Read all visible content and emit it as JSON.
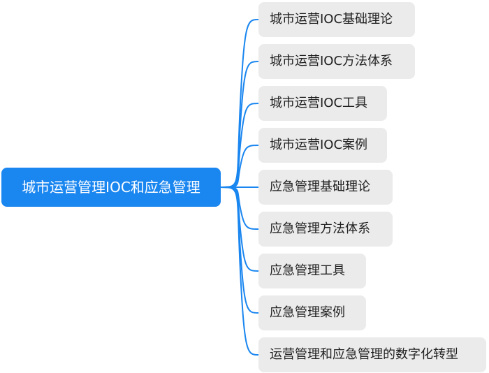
{
  "root": {
    "label": "城市运营管理IOC和应急管理"
  },
  "children": [
    {
      "label": "城市运营IOC基础理论"
    },
    {
      "label": "城市运营IOC方法体系"
    },
    {
      "label": "城市运营IOC工具"
    },
    {
      "label": "城市运营IOC案例"
    },
    {
      "label": "应急管理基础理论"
    },
    {
      "label": "应急管理方法体系"
    },
    {
      "label": "应急管理工具"
    },
    {
      "label": "应急管理案例"
    },
    {
      "label": "运营管理和应急管理的数字化转型"
    }
  ],
  "colors": {
    "root_background": "#1a86f0",
    "root_text": "#ffffff",
    "child_background": "#ebebeb",
    "child_text": "#1f1f1f",
    "connector": "#1a86f0"
  }
}
